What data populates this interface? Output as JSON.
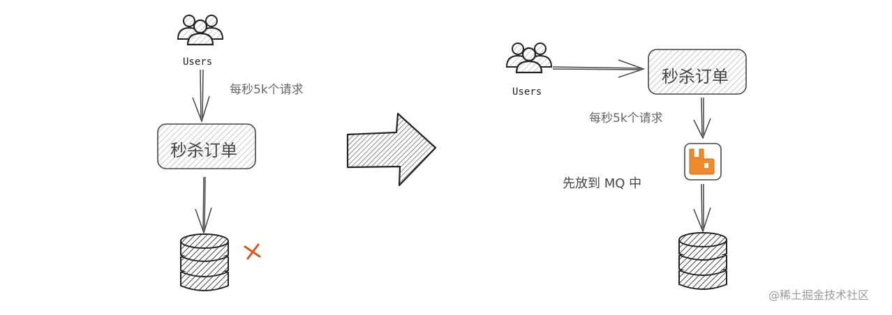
{
  "left": {
    "users_label": "Users",
    "rate_label": "每秒5k个请求",
    "service_label": "秒杀订单",
    "db_status_icon": "cross-icon"
  },
  "right": {
    "users_label": "Users",
    "rate_label": "每秒5k个请求",
    "service_label": "秒杀订单",
    "mq_label": "先放到 MQ 中",
    "mq_icon": "rabbitmq-icon"
  },
  "transition_icon": "big-right-arrow-icon",
  "watermark": "@稀土掘金技术社区",
  "colors": {
    "line": "#333333",
    "box_fill": "#dcdcdc",
    "mq_orange": "#f08a2c",
    "cross_red": "#d9541e"
  }
}
